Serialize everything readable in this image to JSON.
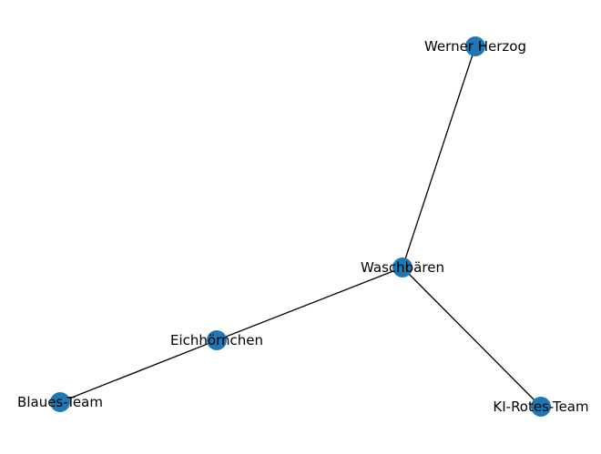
{
  "graph": {
    "node_color": "#1f77b4",
    "edge_color": "#000000",
    "nodes": [
      {
        "id": "werner",
        "label": "Werner Herzog"
      },
      {
        "id": "wasch",
        "label": "Waschbären"
      },
      {
        "id": "eich",
        "label": "Eichhörnchen"
      },
      {
        "id": "blau",
        "label": "Blaues-Team"
      },
      {
        "id": "ki",
        "label": "KI-Rotes-Team"
      }
    ],
    "edges": [
      {
        "from": "wasch",
        "to": "werner"
      },
      {
        "from": "wasch",
        "to": "eich"
      },
      {
        "from": "wasch",
        "to": "ki"
      },
      {
        "from": "eich",
        "to": "blau"
      }
    ]
  }
}
